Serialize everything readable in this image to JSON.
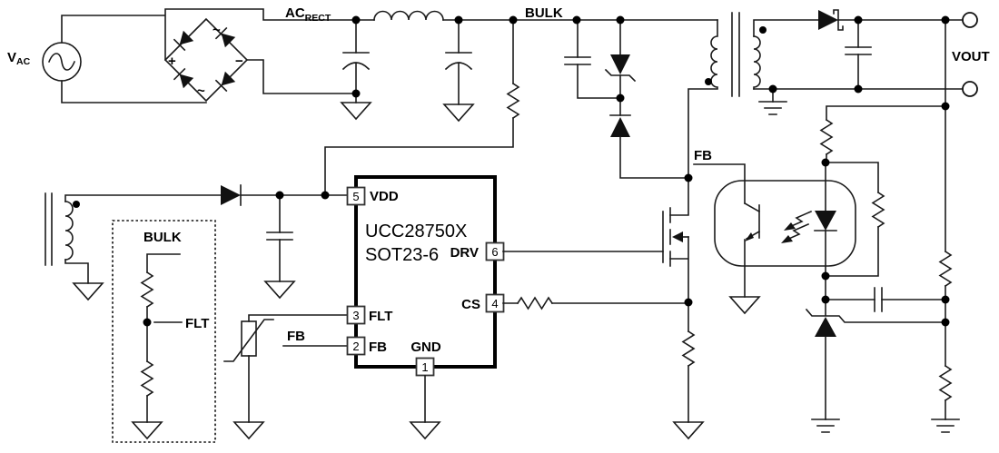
{
  "source": {
    "label": "V",
    "label_sub": "AC"
  },
  "bridge": {
    "plus": "+",
    "minus": "−",
    "ac_top": "~",
    "ac_bottom": "~"
  },
  "nets": {
    "ac_rect": "AC",
    "ac_rect_sub": "RECT",
    "bulk": "BULK",
    "vout": "VOUT",
    "fb_secondary": "FB",
    "fb_primary": "FB"
  },
  "bulk_sense_box": {
    "top_label": "BULK",
    "node_label": "FLT"
  },
  "ic": {
    "part": "UCC28750X",
    "package": "SOT23-6",
    "pins": [
      {
        "number": "5",
        "name": "VDD"
      },
      {
        "number": "6",
        "name": "DRV"
      },
      {
        "number": "4",
        "name": "CS"
      },
      {
        "number": "3",
        "name": "FLT"
      },
      {
        "number": "2",
        "name": "FB"
      },
      {
        "number": "1",
        "name": "GND"
      }
    ]
  },
  "colors": {
    "line": "#1a1a1a",
    "background": "#ffffff"
  }
}
